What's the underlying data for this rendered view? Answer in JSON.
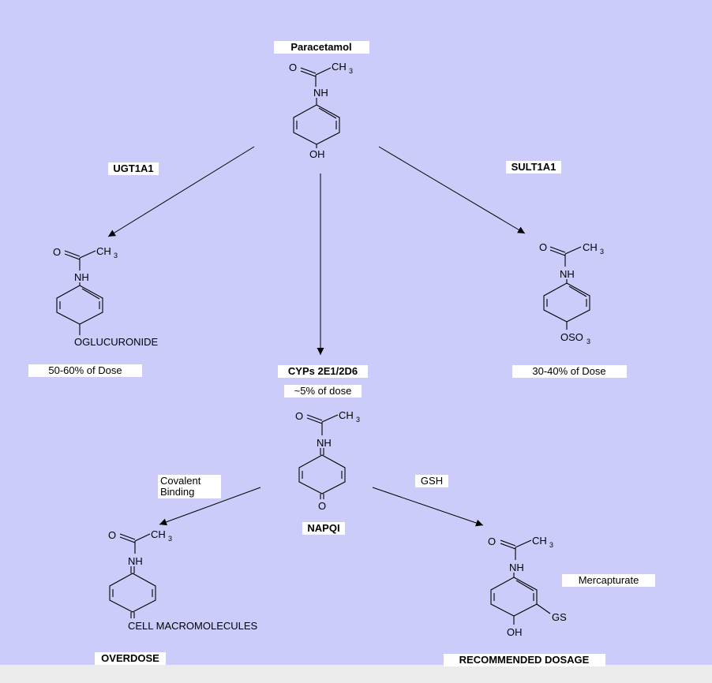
{
  "diagram": {
    "title": "Paracetamol",
    "enzymes": {
      "ugt": "UGT1A1",
      "sult": "SULT1A1",
      "cyp": "CYPs 2E1/2D6",
      "covalent_line1": "Covalent",
      "covalent_line2": "Binding",
      "gsh": "GSH"
    },
    "fractions": {
      "glucuronide": "50-60% of Dose",
      "sulfate": "30-40% of Dose",
      "cyp": "~5% of dose"
    },
    "intermediate": "NAPQI",
    "outcomes": {
      "overdose": "OVERDOSE",
      "recommended": "RECOMMENDED DOSAGE"
    },
    "product_label": "Mercapturate",
    "atoms": {
      "o": "O",
      "ch": "CH",
      "three": "3",
      "nh": "NH",
      "oh": "OH",
      "oglucuronide": "OGLUCURONIDE",
      "oso": "OSO",
      "cell": "CELL MACROMOLECULES",
      "gs": "GS"
    }
  }
}
